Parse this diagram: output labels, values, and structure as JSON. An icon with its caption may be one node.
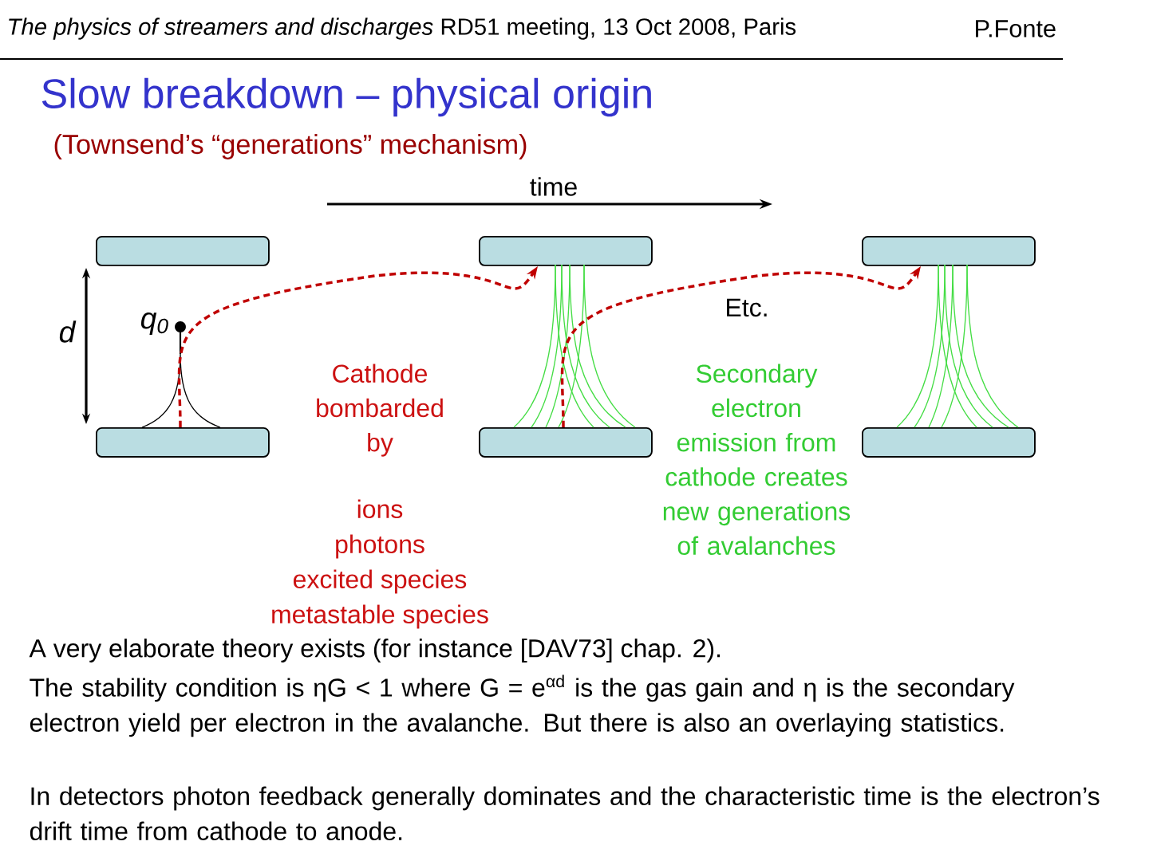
{
  "diagram": {
    "title": "Slow breakdown – physical origin",
    "nodes": [
      {
        "text": [],
        "shape": "box"
      },
      {
        "text": [],
        "shape": "box"
      },
      {
        "text": [],
        "shape": "box"
      },
      {
        "text": [],
        "shape": "box"
      },
      {
        "text": [],
        "shape": "box"
      },
      {
        "text": [],
        "shape": "box"
      }
    ],
    "edges": [
      {
        "from": 1,
        "to": 2,
        "arrow": "to",
        "style": "dashed"
      },
      {
        "from": 3,
        "to": 4,
        "arrow": "to",
        "style": "dashed"
      }
    ],
    "labels": [
      "*The physics of streamers and discharges* RD51 meeting, 13 Oct 2008, Paris",
      "P.Fonte",
      "(Townsend’s “generations” mechanism)",
      "time",
      "d",
      "q$_{0}$",
      "Cathode bombarded by",
      "ions",
      "photons",
      "excited species",
      "metastable species",
      "Etc.",
      "Secondary electron emission from cathode creates new generations of avalanches",
      "A very elaborate theory exists (for instance [DAV73] chap. 2).",
      "The stability condition is ηG < 1 where G = e$^{αd}$ is the gas gain and η is the secondary electron yield per electron in the avalanche. But there is also an overlaying statistics.",
      "In detectors photon feedback generally dominates and the characteristic time is the electron’s drift time from cathode to anode."
    ]
  }
}
